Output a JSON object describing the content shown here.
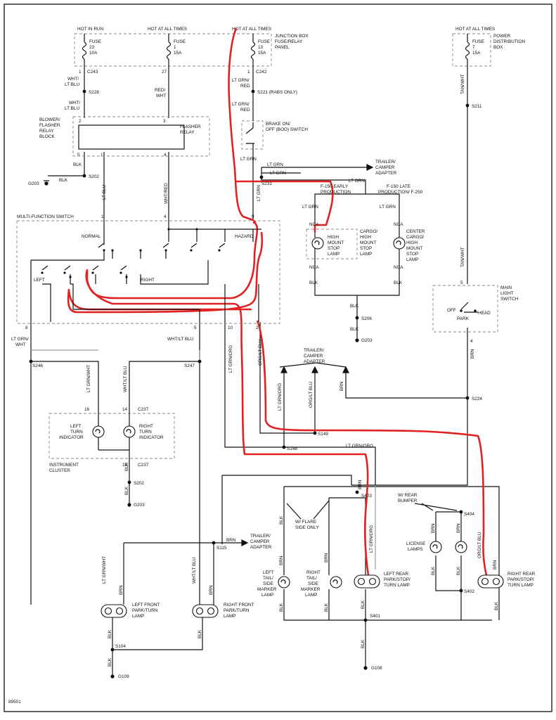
{
  "diagram_id": "89501",
  "power": {
    "hot_in_run": "HOT IN RUN",
    "hot_at_all_times_a": "HOT AT ALL TIMES",
    "hot_at_all_times_b": "HOT AT ALL TIMES",
    "hot_at_all_times_c": "HOT AT ALL TIMES",
    "fuse23": [
      "FUSE",
      "23",
      "10A"
    ],
    "fuse1": [
      "FUSE",
      "1",
      "15A"
    ],
    "fuse13": [
      "FUSE",
      "13",
      "15A"
    ],
    "fuse7": [
      "FUSE",
      "7",
      "15A"
    ],
    "junction_box": [
      "JUNCTION BOX",
      "FUSE/RELAY",
      "PANEL"
    ],
    "pdb": [
      "POWER",
      "DISTRIBUTION",
      "BOX"
    ]
  },
  "connectors": {
    "c243": "C243",
    "c242": "C242",
    "c237a": "C237",
    "c237b": "C237",
    "pin_1a": "1",
    "pin_27": "27",
    "pin_1b": "1",
    "pin_2": "2",
    "pin_3": "3",
    "pin_5a": "5",
    "pin_1c": "1",
    "pin_4a": "4",
    "pin_1d": "1",
    "pin_4b": "4",
    "pin_9": "9",
    "pin_8": "8",
    "pin_5b": "5",
    "pin_10": "10",
    "pin_2b": "2",
    "pin_16": "16",
    "pin_14": "14",
    "pin_15": "15",
    "pin_5c": "5",
    "pin_4c": "4"
  },
  "splices": {
    "s228": "S228",
    "s221": "S221 (RABS ONLY)",
    "s202a": "S202",
    "s231": "S231",
    "s211": "S211",
    "s206": "S206",
    "s246": "S246",
    "s247": "S247",
    "s224": "S224",
    "s149": "S149",
    "s148": "S148",
    "s202b": "S202",
    "s403": "S403",
    "s404": "S404",
    "s115": "S115",
    "s402": "S402",
    "s401": "S401",
    "s104": "S104"
  },
  "grounds": {
    "g203a": "G203",
    "g203b": "G203",
    "g203c": "G203",
    "g109": "G109",
    "g108": "G108"
  },
  "wires": {
    "wht_ltblu_a": [
      "WHT/",
      "LT BLU"
    ],
    "wht_ltblu_b": [
      "WHT/",
      "LT BLU"
    ],
    "red_wht": [
      "RED/",
      "WHT"
    ],
    "ltgrn_red_a": [
      "LT GRN/",
      "RED"
    ],
    "ltgrn_red_b": [
      "LT GRN/",
      "RED"
    ],
    "blk_a": "BLK",
    "blk_b": "BLK",
    "ltblu": "LT BLU",
    "wht_red": "WHT/RED",
    "ltgrn_a": "LT GRN",
    "ltgrn_b": "LT GRN",
    "ltgrn_c": "LT GRN",
    "ltgrn_d": "LT GRN",
    "ltgrn_e": "LT GRN",
    "ltgrn_f": "LT GRN",
    "tan_wht_a": "TAN/WHT",
    "tan_wht_b": "TAN/WHT",
    "nca_a": "NCA",
    "nca_b": "NCA",
    "nca_c": "NCA",
    "nca_d": "NCA",
    "blk_c": "BLK",
    "blk_d": "BLK",
    "blk_e": "BLK",
    "blk_f": "BLK",
    "ltgrn_wht_a": [
      "LT GRN/",
      "WHT"
    ],
    "wht_ltblu_c": "WHT/LT BLU",
    "ltgrn_org_a": "LT GRN/ORG",
    "org_ltblu_a": "ORG/LT BLU",
    "ltgrn_wht_v": "LT GRN/WHT",
    "wht_ltblu_v": "WHT/LT BLU",
    "brn_a": "BRN",
    "ltgrn_org_b": "LT GRN/ORG",
    "org_ltblu_b": "ORG/LT BLU",
    "brn_b": "BRN",
    "blk_g": "BLK",
    "ltgrn_org_c": "LT GRN/ORG",
    "brn_c": "BRN",
    "brn_d": "BRN",
    "brn_e": "BRN",
    "ltgrn_wht_b": "LT GRN/WHT",
    "wht_ltblu_d": "WHT/LT BLU",
    "brn_f": "BRN",
    "brn_g": "BRN",
    "brn_h": "BRN",
    "ltgrn_org_d": "LT GRN/ORG",
    "brn_i": "BRN",
    "org_ltblu_c": "ORG/LT BLU",
    "brn_j": "BRN",
    "blk_h": "BLK",
    "blk_i": "BLK",
    "blk_j": "BLK",
    "blk_k": "BLK",
    "blk_l": "BLK",
    "blk_m": "BLK",
    "blk_n": "BLK",
    "blk_o": "BLK",
    "blk_p": "BLK",
    "blk_q": "BLK",
    "blk_r": "BLK",
    "brn_k": "BRN",
    "blk_s": "BLK"
  },
  "components": {
    "flasher_block": [
      "BLOWER/",
      "FLASHER",
      "RELAY",
      "BLOCK"
    ],
    "flasher_relay": [
      "FLASHER",
      "RELAY"
    ],
    "brake_switch": [
      "BRAKE ON/",
      "OFF (BOO) SWITCH"
    ],
    "trailer_top": [
      "TRAILER/",
      "CAMPER",
      "ADAPTER"
    ],
    "f150_early": [
      "F-150 EARLY",
      "PRODUCTION"
    ],
    "f150_late": [
      "F-150 LATE",
      "PRODUCTION/ F-250"
    ],
    "mfs": "MULTI-FUNCTION SWITCH",
    "normal": "NORMAL",
    "hazard": "HAZARD",
    "left": "LEFT",
    "right": "RIGHT",
    "hmsl_early": [
      "HIGH",
      "MOUNT",
      "STOP",
      "LAMP"
    ],
    "cargo_hmsl": [
      "CARGO/",
      "HIGH",
      "MOUNT",
      "STOP",
      "LAMP"
    ],
    "center_hmsl": [
      "CENTER",
      "CARGO/",
      "HIGH",
      "MOUNT",
      "STOP",
      "LAMP"
    ],
    "main_light_switch": [
      "MAIN",
      "LIGHT",
      "SWITCH"
    ],
    "off": "OFF",
    "park": "PARK",
    "head": "HEAD",
    "trailer_mid": [
      "TRAILER/",
      "CAMPER",
      "ADAPTER"
    ],
    "left_turn_ind": [
      "LEFT",
      "TURN",
      "INDICATOR"
    ],
    "right_turn_ind": [
      "RIGHT",
      "TURN",
      "INDICATOR"
    ],
    "cluster": [
      "INSTRUMENT",
      "CLUSTER"
    ],
    "rear_bumper": [
      "W/ REAR",
      "BUMPER"
    ],
    "flare_side": [
      "W/ FLARE",
      "SIDE ONLY"
    ],
    "trailer_low": [
      "TRAILER/",
      "CAMPER",
      "ADAPTER"
    ],
    "license": [
      "LICENSE",
      "LAMPS"
    ],
    "left_tail": [
      "LEFT",
      "TAIL/",
      "SIDE",
      "MARKER",
      "LAMP"
    ],
    "right_tail": [
      "RIGHT",
      "TAIL/",
      "SIDE",
      "MARKER",
      "LAMP"
    ],
    "left_rear": [
      "LEFT REAR",
      "PARK/STOP/",
      "TURN LAMP"
    ],
    "right_rear": [
      "RIGHT REAR",
      "PARK/STOP/",
      "TURN LAMP"
    ],
    "left_front": [
      "LEFT FRONT",
      "PARK/TURN",
      "LAMP"
    ],
    "right_front": [
      "RIGHT FRONT",
      "PARK/TURN",
      "LAMP"
    ]
  },
  "colors": {
    "wire": "#111111",
    "highlight": "#e02222",
    "box": "#888888"
  }
}
